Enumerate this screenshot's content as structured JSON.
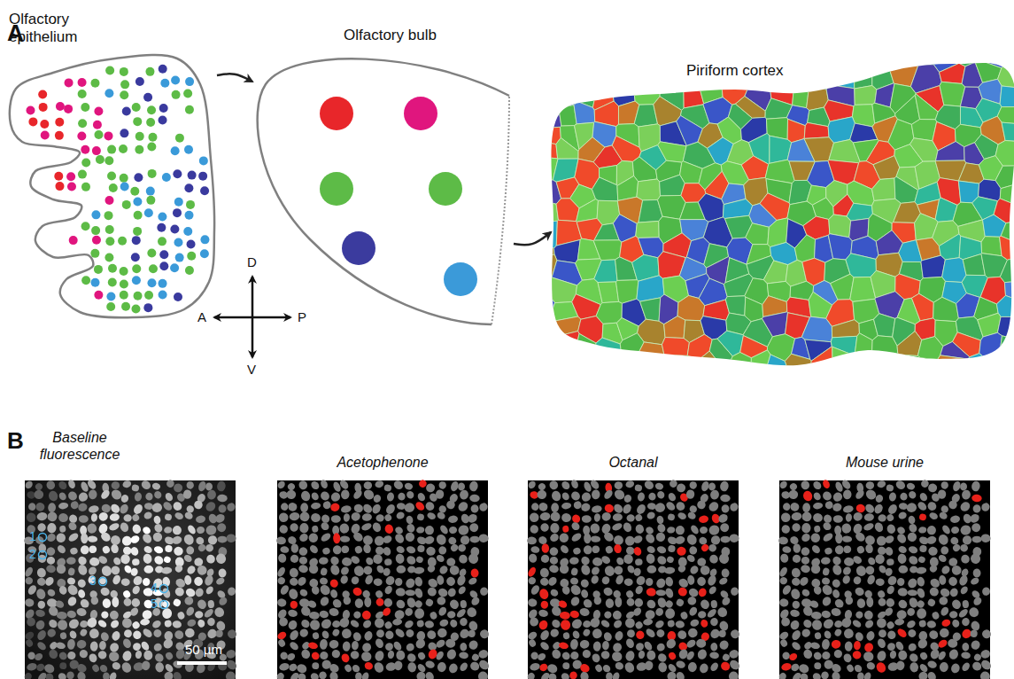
{
  "diagram": {
    "nodes": [
      {
        "text": [
          "Olfactory epithelium"
        ]
      },
      {
        "text": [
          "Olfactory bulb"
        ]
      },
      {
        "text": [
          "Piriform cortex"
        ]
      }
    ],
    "edges": [
      {
        "from": 0,
        "to": 1,
        "arrow": "to"
      },
      {
        "from": 1,
        "to": 2,
        "arrow": "to"
      }
    ],
    "labels": [
      "A",
      "D",
      "A",
      "P",
      "V",
      "B",
      "Baseline fluorescence",
      "Acetophenone",
      "Octanal",
      "Mouse urine",
      "1",
      "2",
      "3",
      "4",
      "5",
      "50 µm"
    ]
  }
}
